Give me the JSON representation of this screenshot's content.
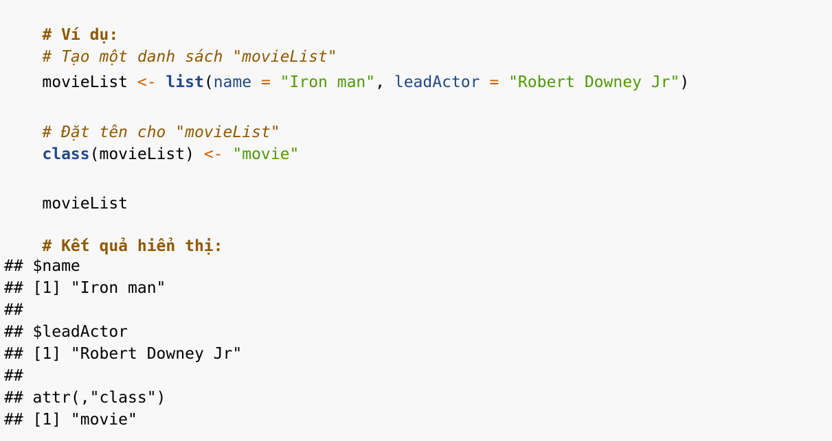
{
  "code": {
    "heading_example": "# Ví dụ:",
    "comment_create": "# Tạo một danh sách \"movieList\"",
    "line_list": {
      "var": "movieList",
      "assign": "<-",
      "func": "list",
      "open": "(",
      "arg1": "name",
      "eq1": "=",
      "val1": "\"Iron man\"",
      "comma": ",",
      "arg2": "leadActor",
      "eq2": "=",
      "val2": "\"Robert Downey Jr\"",
      "close": ")"
    },
    "comment_name": "# Đặt tên cho \"movieList\"",
    "line_class": {
      "func": "class",
      "arg": "(movieList)",
      "assign": "<-",
      "val": "\"movie\""
    },
    "line_print": "movieList",
    "heading_result": "# Kết quả hiển thị:"
  },
  "output": [
    "## $name",
    "## [1] \"Iron man\"",
    "##",
    "## $leadActor",
    "## [1] \"Robert Downey Jr\"",
    "##",
    "## attr(,\"class\")",
    "## [1] \"movie\""
  ],
  "colors": {
    "background": "#f8f8f8",
    "comment": "#8f5902",
    "keyword": "#204a87",
    "operator": "#ce5c00",
    "string": "#4e9a06"
  }
}
